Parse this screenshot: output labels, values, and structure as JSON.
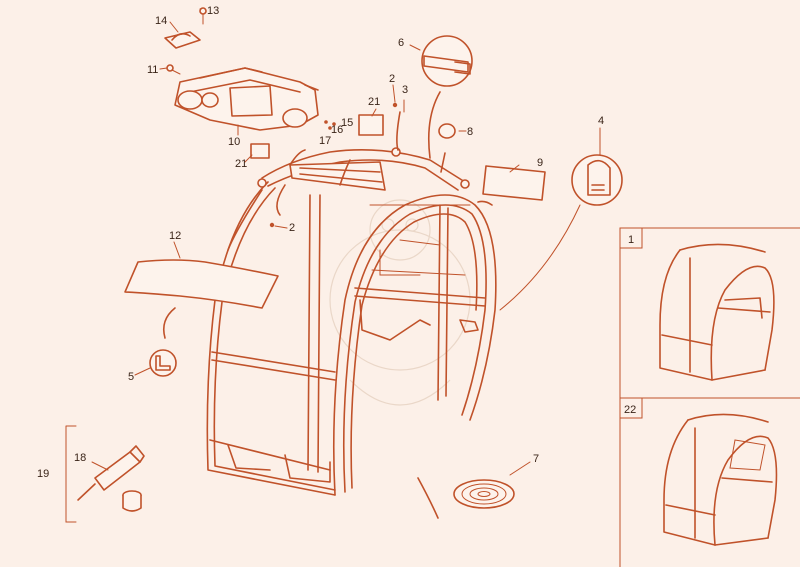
{
  "colors": {
    "line": "#c0522a",
    "background": "#fcf0e8",
    "label": "#3a2418"
  },
  "callouts": {
    "c1": "1",
    "c2a": "2",
    "c2b": "2",
    "c3": "3",
    "c4": "4",
    "c5": "5",
    "c6": "6",
    "c7": "7",
    "c8": "8",
    "c9": "9",
    "c10": "10",
    "c11": "11",
    "c12": "12",
    "c13": "13",
    "c14": "14",
    "c15": "15",
    "c16": "16",
    "c17": "17",
    "c18": "18",
    "c19": "19",
    "c21a": "21",
    "c21b": "21",
    "c22": "22"
  }
}
